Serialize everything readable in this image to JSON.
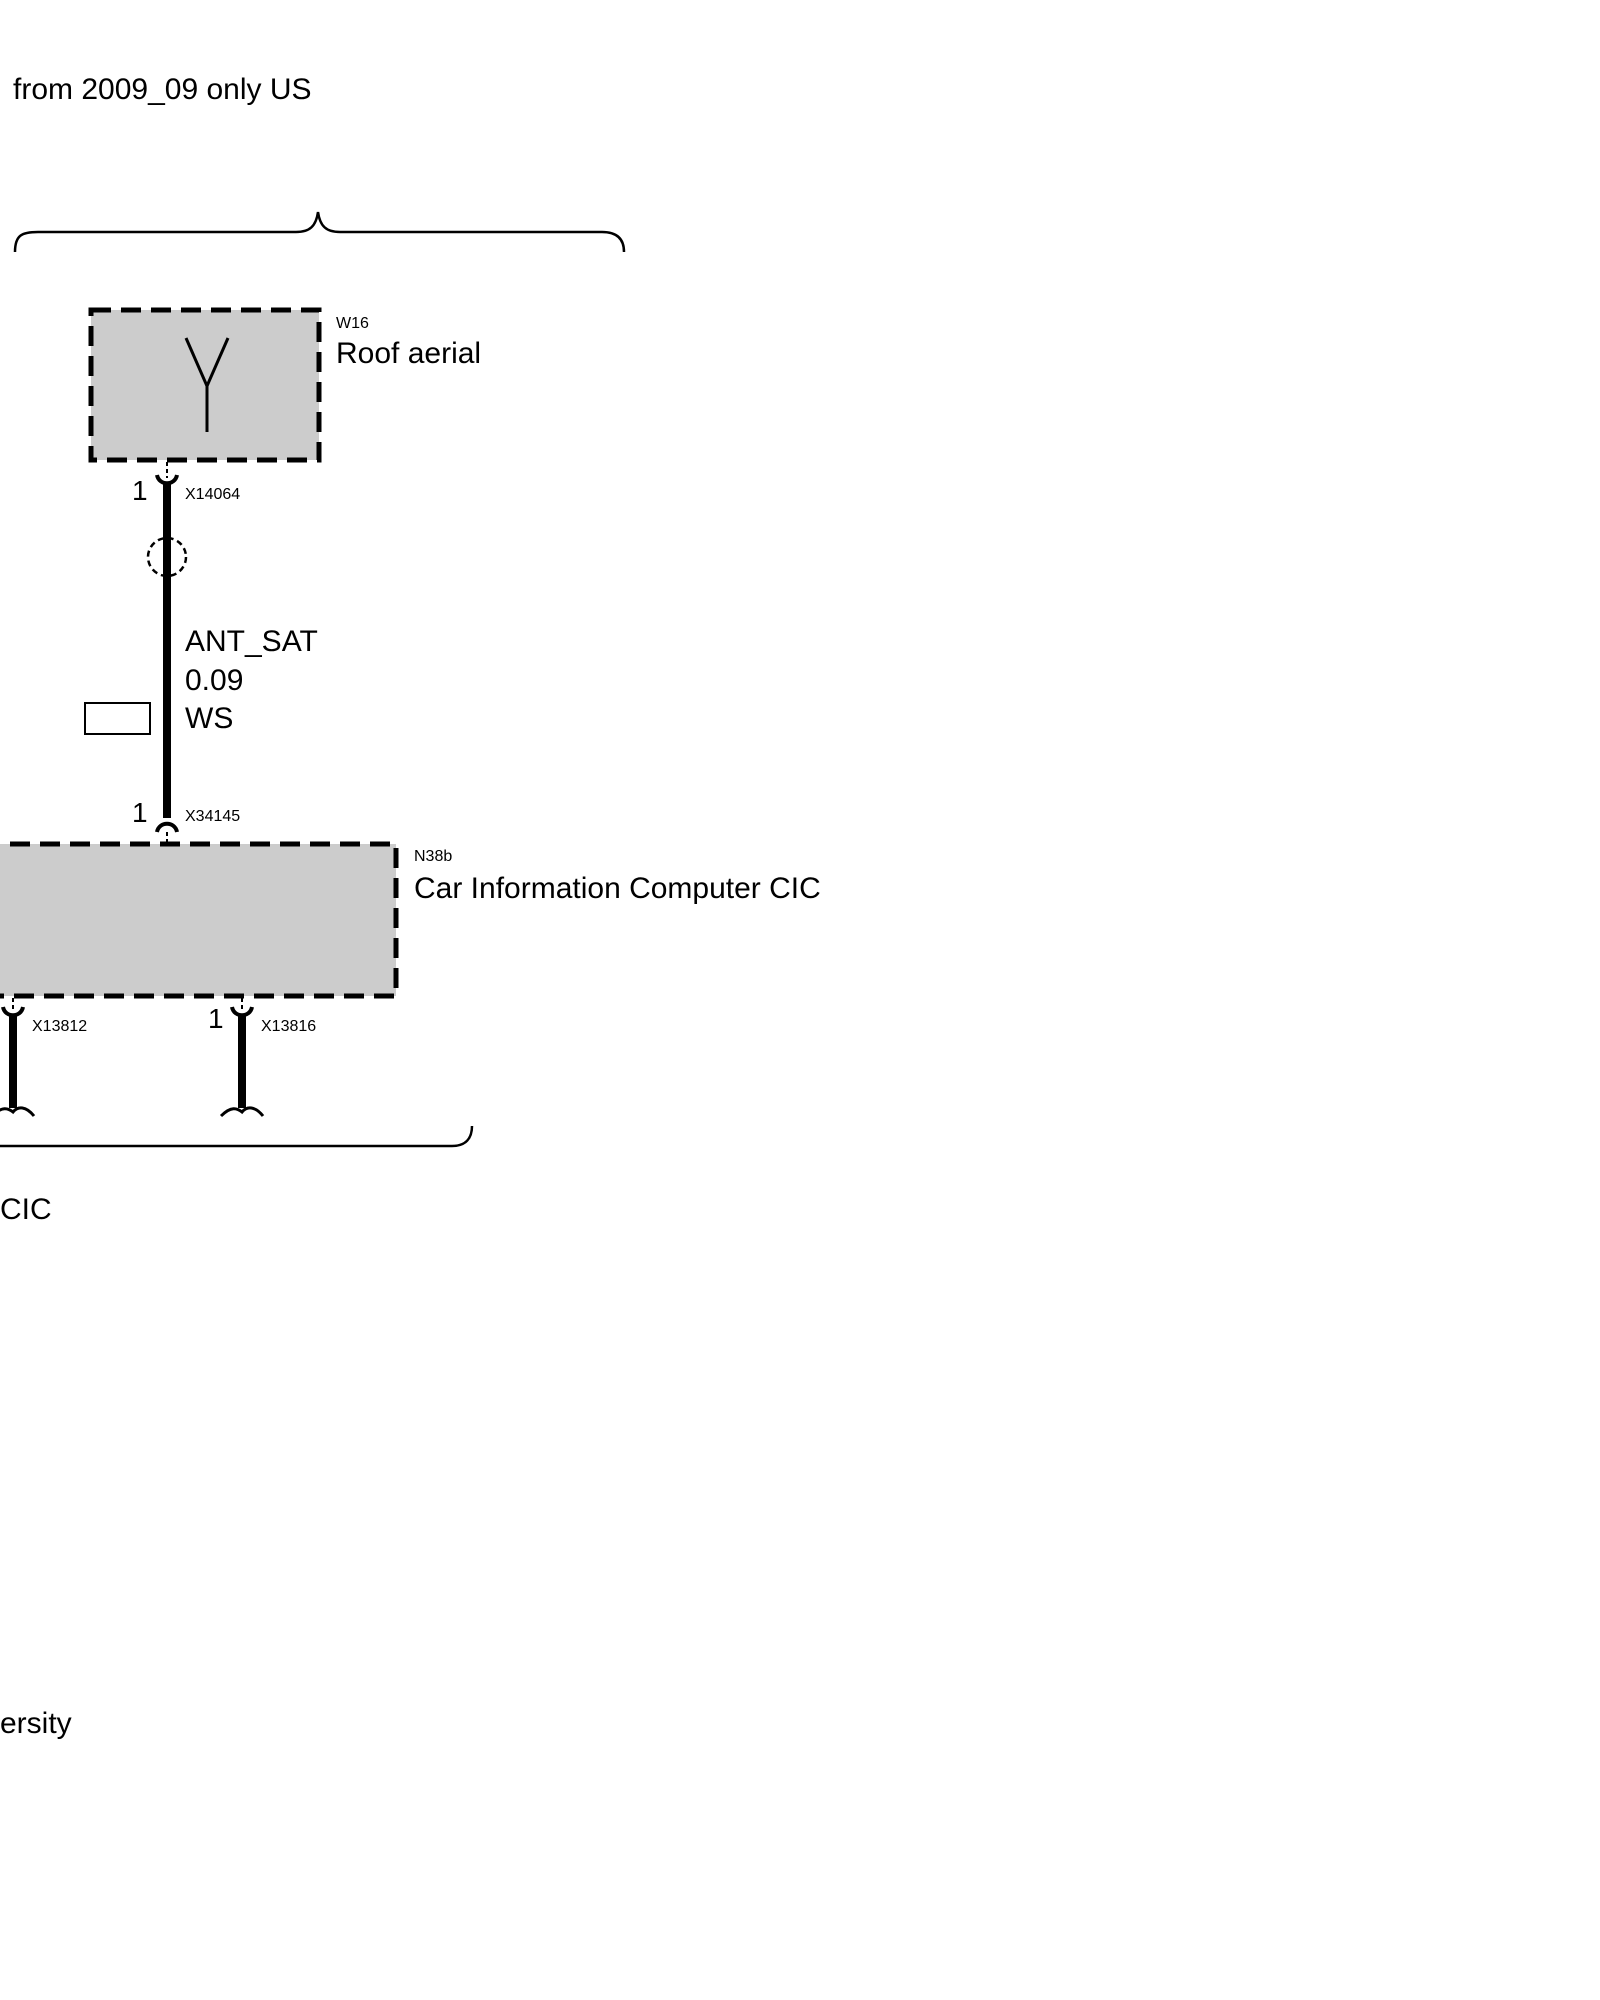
{
  "header": {
    "note": "from 2009_09 only US"
  },
  "roof_aerial": {
    "code": "W16",
    "name": "Roof aerial",
    "connector": "X14064",
    "pin": "1"
  },
  "wire": {
    "signal": "ANT_SAT",
    "cross_section": "0.09",
    "colour": "WS"
  },
  "cic": {
    "code": "N38b",
    "name": "Car Information Computer CIC",
    "top_connector": "X34145",
    "top_pin": "1"
  },
  "lower_connectors": [
    {
      "id": "X13812"
    },
    {
      "id": "X13816",
      "pin": "1"
    }
  ],
  "footer": {
    "group_label": "CIC",
    "bottom_label": "ersity"
  },
  "colors": {
    "component_fill": "#cccccc",
    "line": "#000000",
    "background": "#ffffff"
  }
}
